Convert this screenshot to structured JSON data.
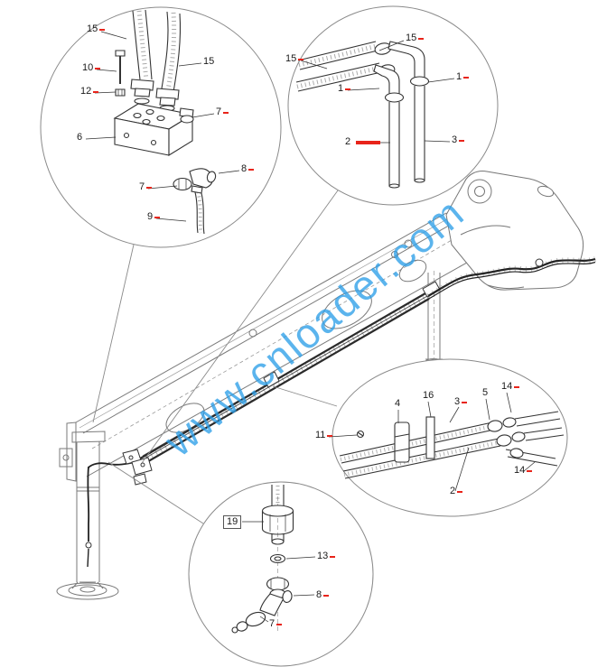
{
  "watermark": {
    "text": "www.cnloader.com"
  },
  "colors": {
    "accent_red": "#E8241A",
    "watermark_blue": "#2D9FE8",
    "line_dark": "#222222",
    "line_gray": "#777777"
  },
  "labels": [
    {
      "text": "15"
    },
    {
      "text": "10"
    },
    {
      "text": "12"
    },
    {
      "text": "15"
    },
    {
      "text": "7"
    },
    {
      "text": "6"
    },
    {
      "text": "8"
    },
    {
      "text": "7"
    },
    {
      "text": "9"
    },
    {
      "text": "15"
    },
    {
      "text": "15"
    },
    {
      "text": "1"
    },
    {
      "text": "1"
    },
    {
      "text": "2"
    },
    {
      "text": "3"
    },
    {
      "text": "11"
    },
    {
      "text": "4"
    },
    {
      "text": "16"
    },
    {
      "text": "3"
    },
    {
      "text": "5"
    },
    {
      "text": "14"
    },
    {
      "text": "2"
    },
    {
      "text": "14"
    },
    {
      "text": "19"
    },
    {
      "text": "13"
    },
    {
      "text": "8"
    },
    {
      "text": "7"
    }
  ]
}
